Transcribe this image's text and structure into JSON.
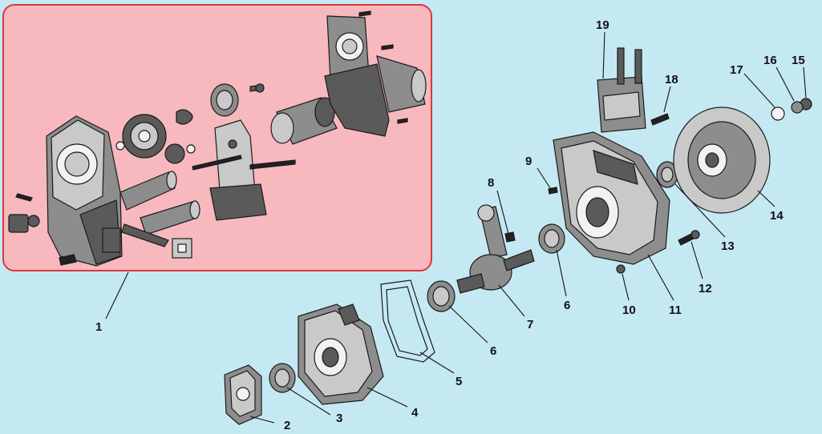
{
  "colors": {
    "background": "#c5e9f3",
    "starter_panel": "#f7b8be",
    "starter_panel_border": "#d83a3a",
    "label": "#111111"
  },
  "callouts": {
    "c1": "1",
    "c2": "2",
    "c3": "3",
    "c4": "4",
    "c5": "5",
    "c6a": "6",
    "c6b": "6",
    "c7": "7",
    "c8": "8",
    "c9": "9",
    "c10": "10",
    "c11": "11",
    "c12": "12",
    "c13": "13",
    "c14": "14",
    "c15": "15",
    "c16": "16",
    "c17": "17",
    "c18": "18",
    "c19": "19"
  }
}
